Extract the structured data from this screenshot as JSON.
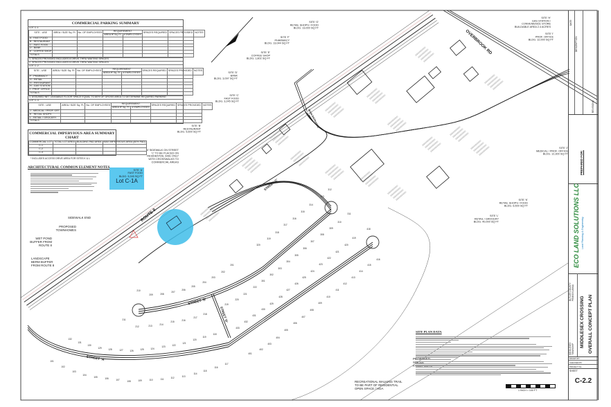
{
  "parking_summary": {
    "title": "COMMERCIAL PARKING SUMMARY",
    "headers": [
      "SITE - USE",
      "AREA / SIZE Sq. Ft.",
      "No. OF EMPLOYEES",
      "REQUIREMENT",
      "SPACES REQUIRED",
      "SPACES PROVIDED",
      "NOTES"
    ],
    "sub_headers": [
      "AREA ft² Sq. Ft.",
      "# EMPLOYEES"
    ],
    "lots": [
      {
        "name": "LOT C-1",
        "rows": [
          "A - FAST FOOD",
          "B - RESTAURANT",
          "C - FAST FOOD",
          "D - BANK",
          "E - COFFEE SHOP",
          "TOTALS"
        ],
        "notes": [
          "1. SPACES PROVIDED INCLUDES 8 DRIVE-THRU WAITING SPACES",
          "2. SPACES PROVIDED INCLUDES 6 DRIVE-THRU WAITING SPACES"
        ]
      },
      {
        "name": "LOT C-2",
        "rows": [
          "F - PHARMACY",
          "G - RETAIL",
          "G - RESTAURANT",
          "H - GAS STATION",
          "I - PROF. OFFICE",
          "TOTALS"
        ],
        "notes": [
          "1. ASSUMED NET LEASABLE FLOOR SPACE EQUAL TO 80% OF GROSS AREA TO DETERMINE REQUIRED PARKING"
        ]
      },
      {
        "name": "LOT C-3",
        "rows": [
          "J - MEDICAL / PROF. OFF.",
          "K - RETAIL SHOPS",
          "L - RETAIL / GROCERY",
          "TOTALS"
        ],
        "notes": []
      }
    ]
  },
  "impervious_summary": {
    "title": "COMMERCIAL IMPERVIOUS AREA SUMMARY CHART",
    "headers": [
      "COMMERCIAL LOT",
      "TOTAL LOT AREA",
      "BUILDING PAD AREA",
      "MAX IMPERVIOUS AREA (80% PAD)"
    ],
    "rows": [
      [
        "C-1",
        "",
        "",
        ""
      ],
      [
        "C-2",
        "",
        "",
        ""
      ],
      [
        "C-3",
        "",
        "",
        ""
      ]
    ],
    "footnote": "* INCLUDES ACCESS DRIVE AREA FOR SITES K & L"
  },
  "architectural_notes_title": "ARCHITECTURAL COMMON ELEMENT NOTES",
  "site_plan_data_title": "SITE PLAN DATA",
  "highlight": {
    "lot_label": "Lot C-1A",
    "color": "#5bc8ef",
    "lines": [
      "SITE 'A'",
      "FAST FOOD",
      "BLDG. 3,245 SQ FT"
    ]
  },
  "labels": {
    "site_b": [
      "SITE 'B'",
      "RESTAURANT",
      "BLDG. 5,600 SQ FT"
    ],
    "site_c": [
      "SITE 'C'",
      "FAST FOOD",
      "BLDG. 3,245 SQ FT"
    ],
    "site_d": [
      "SITE 'D'",
      "BANK",
      "BLDG. 3,097 SQ FT"
    ],
    "site_e": [
      "SITE 'E'",
      "COFFEE SHOP",
      "BLDG. 1,802 SQ FT"
    ],
    "site_f": [
      "SITE 'F'",
      "PHARMACY",
      "BLDG. 13,044 SQ FT"
    ],
    "site_g": [
      "SITE 'G'",
      "RETAIL SHOPS / FOOD",
      "BLDG. 13,000 SQ FT"
    ],
    "site_h": [
      "SITE 'H'",
      "GAS STATION /",
      "CONVENIENCE STORE",
      "BUILDABLE AREA 2.4 ACRES"
    ],
    "site_i": [
      "SITE 'I'",
      "PROF. OFFICE",
      "BLDG. 12,000 SQ FT"
    ],
    "site_j": [
      "SITE 'J'",
      "MEDICAL / PROF. OFFICE",
      "BLDG. 12,300 SQ FT"
    ],
    "site_k": [
      "SITE 'K'",
      "RETAIL SHOPS / FOOD",
      "BLDG. 6,500 SQ FT"
    ],
    "site_l": [
      "SITE 'L'",
      "RETAIL / GROCERY",
      "BLDG. 40,000 SQ FT"
    ],
    "sidewalk": [
      "4' SIDEWALK ON STREET",
      "'C' TO BE PLACED ON",
      "RESIDENTIAL SIDE ONLY",
      "WITH CROSSWALKS TO",
      "COMMERCIAL AREAS"
    ],
    "sidewalk_end": [
      "SIDEWALK END"
    ],
    "townhomes": [
      "PROPOSED",
      "TOWNHOMES"
    ],
    "wet_pond": [
      "WET POND",
      "BUFFER FROM",
      "ROUTE 8"
    ],
    "berm": [
      "LANDSCAPE",
      "BERM BUFFER",
      "FROM ROUTE 8"
    ],
    "single_family": [
      "PROPOSED",
      "SINGLE",
      "FAMILY LOTS"
    ],
    "trail": [
      "RECREATIONAL WALKING TRAIL",
      "TO BE PART OF RESIDENTIAL",
      "OPEN SPACE / HOA"
    ]
  },
  "roads": {
    "route": "ROUTE 8",
    "overbrook": "OVERBROOK RD",
    "main_entrance": "MAIN ENTRANCE",
    "street_a": "STREET 'A'",
    "street_b": "STREET 'B'",
    "street_c": "STREET 'C'",
    "street_d": "STREET 'D'"
  },
  "lots": [
    "101",
    "102",
    "103",
    "104",
    "105",
    "106",
    "107",
    "108",
    "109",
    "110",
    "111",
    "112",
    "113",
    "114",
    "115",
    "116",
    "117",
    "118",
    "119",
    "120",
    "121",
    "122",
    "123",
    "124",
    "125",
    "126",
    "127",
    "128",
    "129",
    "130",
    "131",
    "132",
    "201",
    "202",
    "203",
    "204",
    "205",
    "206",
    "207",
    "208",
    "209",
    "210",
    "211",
    "212",
    "213",
    "214",
    "215",
    "216",
    "217",
    "218",
    "219",
    "220",
    "221",
    "222",
    "301",
    "302",
    "303",
    "304",
    "305",
    "306",
    "307",
    "308",
    "309",
    "310",
    "311",
    "312",
    "313",
    "314",
    "315",
    "316",
    "317",
    "318",
    "319",
    "320",
    "401",
    "402",
    "403",
    "404",
    "405",
    "406",
    "407",
    "408",
    "409",
    "410",
    "411",
    "412",
    "413",
    "414",
    "415",
    "416",
    "418",
    "419",
    "420",
    "421",
    "422",
    "423",
    "424",
    "425",
    "426",
    "427",
    "428",
    "429",
    "430",
    "431",
    "432",
    "433"
  ],
  "scale_label": "1 INCH = 100 FT",
  "title_block": {
    "revisions_header": [
      "DATE",
      "DESCRIPTION"
    ],
    "revisions_label": "REVISIONS",
    "prepared_for": "PREPARED FOR:",
    "company": "ECO LAND SOLUTIONS LLC",
    "company_tagline": "Land Planning & Engineering",
    "county": "BUTLER COUNTY PENNSYLVANIA",
    "township": "MIDDLESEX TOWNSHIP",
    "project": "MIDDLESEX CROSSING",
    "sheet_title": "OVERALL CONCEPT PLAN",
    "drawn_by": "DRAWN BY",
    "checked_by": "CHECKED BY",
    "project_no": "PROJECT No.",
    "sheet_label": "SHEET",
    "sheet_number": "C-2.2",
    "logo_color": "#2e8b3e",
    "accent_color": "#1a7fc0"
  }
}
